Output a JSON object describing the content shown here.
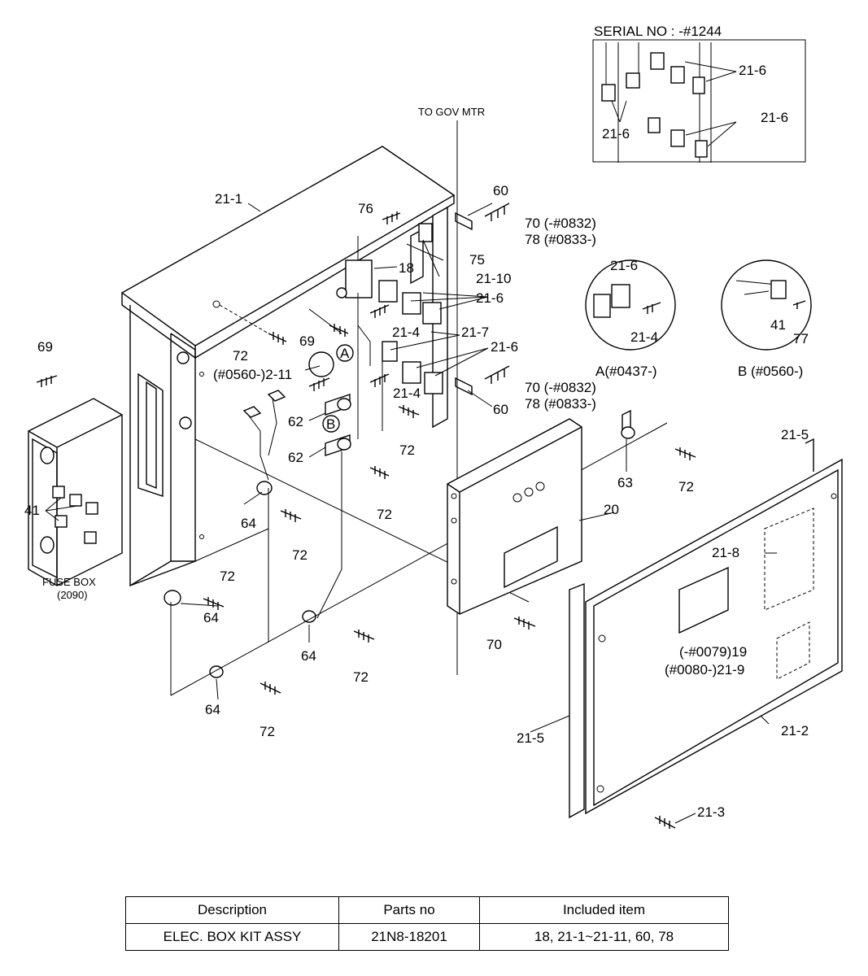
{
  "inset": {
    "serial_title": "SERIAL NO : -#1244",
    "labels": [
      "21-6",
      "21-6",
      "21-6"
    ]
  },
  "detail_a": {
    "caption": "A(#0437-)",
    "labels": [
      "21-6",
      "21-4"
    ]
  },
  "detail_b": {
    "caption": "B (#0560-)",
    "labels": [
      "41",
      "77"
    ]
  },
  "callouts": {
    "to_gov_mtr": "TO GOV MTR",
    "circle_a": "A",
    "circle_b": "B",
    "fuse_box": "FUSE BOX",
    "fuse_box_code": "(2090)",
    "l_21_1": "21-1",
    "l_76": "76",
    "l_60_top": "60",
    "l_70_top": "70 (-#0832)",
    "l_78_top": "78 (#0833-)",
    "l_75": "75",
    "l_18": "18",
    "l_21_10": "21-10",
    "l_21_6_a": "21-6",
    "l_69_mid": "69",
    "l_21_4_a": "21-4",
    "l_72_a": "72",
    "l_21_7": "21-7",
    "l_21_6_b": "21-6",
    "l_2_11": "(#0560-)2-11",
    "l_70_mid": "70 (-#0832)",
    "l_78_mid": "78 (#0833-)",
    "l_21_4_b": "21-4",
    "l_60_mid": "60",
    "l_62_a": "62",
    "l_62_b": "62",
    "l_72_b": "72",
    "l_69_left": "69",
    "l_41": "41",
    "l_64_a": "64",
    "l_72_c": "72",
    "l_72_d": "72",
    "l_20": "20",
    "l_63": "63",
    "l_72_e": "72",
    "l_21_5_top": "21-5",
    "l_21_8": "21-8",
    "l_72_f": "72",
    "l_64_b": "64",
    "l_64_c": "64",
    "l_72_g": "72",
    "l_70_bot": "70",
    "l_19": "(-#0079)19",
    "l_21_9": "(#0080-)21-9",
    "l_64_d": "64",
    "l_72_h": "72",
    "l_21_5_bot": "21-5",
    "l_21_2": "21-2",
    "l_21_3": "21-3"
  },
  "table": {
    "headers": [
      "Description",
      "Parts no",
      "Included item"
    ],
    "rows": [
      [
        "ELEC. BOX KIT ASSY",
        "21N8-18201",
        "18, 21-1~21-11, 60, 78"
      ]
    ]
  }
}
